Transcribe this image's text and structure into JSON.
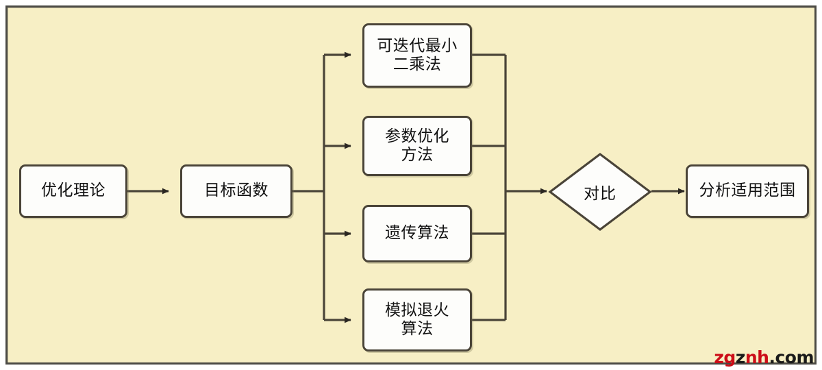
{
  "diagram": {
    "type": "flowchart",
    "title": "",
    "background_color": "#f7efc5",
    "frame_color": "#4b4a44",
    "node_fill": "#fdfdfb",
    "node_border": "#4a4438",
    "connector_color": "#4a4438",
    "nodes": [
      {
        "id": "n1",
        "shape": "rounded-rect",
        "label": "优化理论"
      },
      {
        "id": "n2",
        "shape": "rounded-rect",
        "label": "目标函数"
      },
      {
        "id": "n3",
        "shape": "rounded-rect",
        "label": "可迭代最小\n二乘法"
      },
      {
        "id": "n4",
        "shape": "rounded-rect",
        "label": "参数优化\n方法"
      },
      {
        "id": "n5",
        "shape": "rounded-rect",
        "label": "遗传算法"
      },
      {
        "id": "n6",
        "shape": "rounded-rect",
        "label": "模拟退火\n算法"
      },
      {
        "id": "n7",
        "shape": "diamond",
        "label": "对比"
      },
      {
        "id": "n8",
        "shape": "rounded-rect",
        "label": "分析适用范围"
      }
    ],
    "edges": [
      {
        "from": "n1",
        "to": "n2",
        "arrow": true
      },
      {
        "from": "n2",
        "to": "n3",
        "arrow": true
      },
      {
        "from": "n2",
        "to": "n4",
        "arrow": true
      },
      {
        "from": "n2",
        "to": "n5",
        "arrow": true
      },
      {
        "from": "n2",
        "to": "n6",
        "arrow": true
      },
      {
        "from": "n3",
        "to": "n7",
        "arrow": true
      },
      {
        "from": "n4",
        "to": "n7",
        "arrow": true
      },
      {
        "from": "n5",
        "to": "n7",
        "arrow": true
      },
      {
        "from": "n6",
        "to": "n7",
        "arrow": true
      },
      {
        "from": "n7",
        "to": "n8",
        "arrow": true
      }
    ]
  },
  "watermark": {
    "part_red_1": "zg",
    "part_dark_1": "z",
    "part_red_2": "nh",
    "part_dark_2": ".com",
    "full": "zgznh.com",
    "red_color": "#cc0d18",
    "dark_color": "#1a1a1a"
  }
}
